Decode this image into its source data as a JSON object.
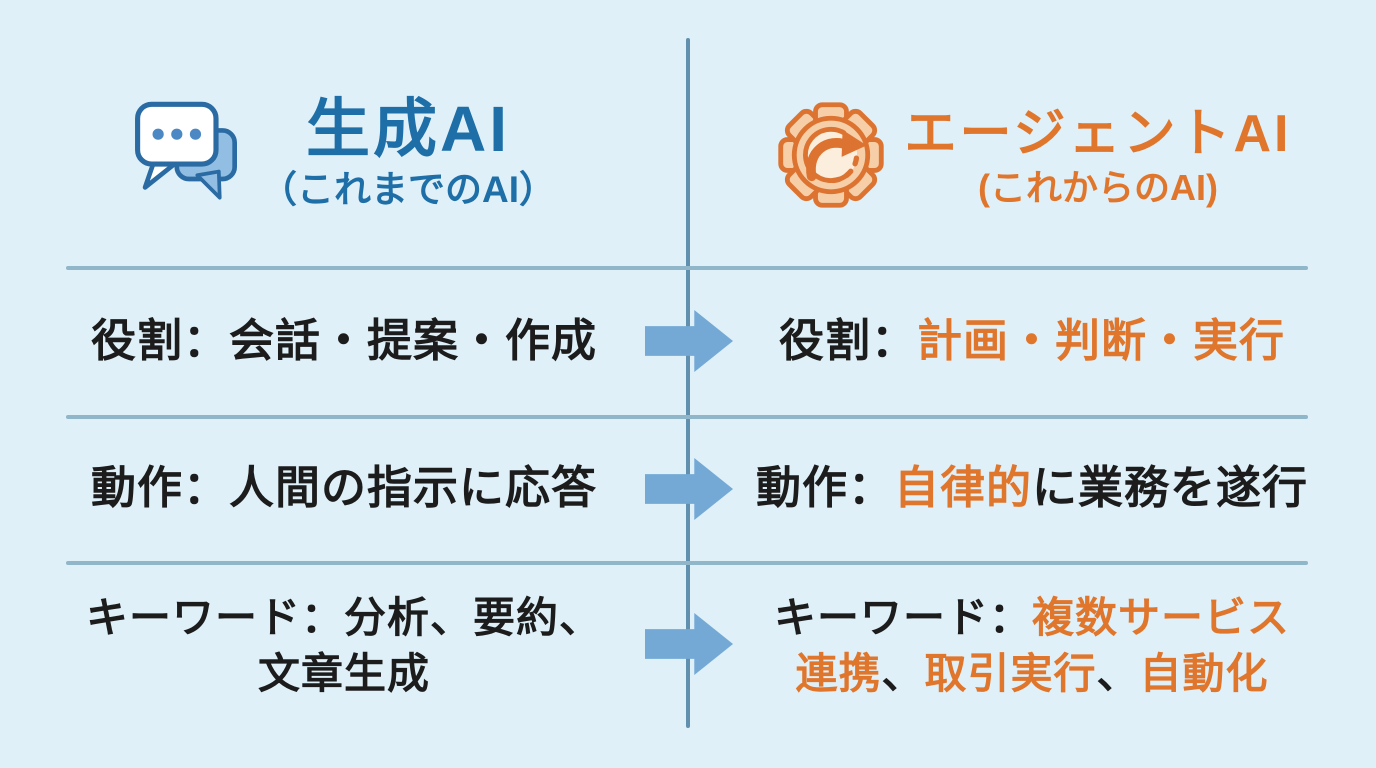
{
  "palette": {
    "background": "#dff0f8",
    "text_dark": "#1c1c1c",
    "accent_orange": "#e0752c",
    "accent_blue": "#1e6fa8",
    "arrow_blue": "#74a9d6",
    "row_line_blue": "#90b6ca",
    "divider_blue": "#6190ae"
  },
  "header": {
    "left": {
      "title": "生成AI",
      "subtitle": "（これまでのAI）",
      "icon": "chat-bubbles-icon"
    },
    "right": {
      "title": "エージェントAI",
      "subtitle": "(これからのAI)",
      "icon": "gear-arrow-icon"
    }
  },
  "rows": [
    {
      "name": "role",
      "left_segments": [
        {
          "text": "役割：会話・提案・作成",
          "color": "dark"
        }
      ],
      "right_segments": [
        {
          "text": "役割：",
          "color": "dark"
        },
        {
          "text": "計画・判断・実行",
          "color": "orange"
        }
      ]
    },
    {
      "name": "behavior",
      "left_segments": [
        {
          "text": "動作：人間の指示に応答",
          "color": "dark"
        }
      ],
      "right_segments": [
        {
          "text": "動作：",
          "color": "dark"
        },
        {
          "text": "自律的",
          "color": "orange"
        },
        {
          "text": "に業務を遂行",
          "color": "dark"
        }
      ]
    },
    {
      "name": "keywords",
      "left_segments": [
        {
          "text": "キーワード：分析、要約、",
          "color": "dark"
        },
        {
          "br": true
        },
        {
          "text": "文章生成",
          "color": "dark"
        }
      ],
      "right_segments": [
        {
          "text": "キーワード：",
          "color": "dark"
        },
        {
          "text": "複数サービス",
          "color": "orange"
        },
        {
          "br": true
        },
        {
          "text": "連携",
          "color": "orange"
        },
        {
          "text": "、",
          "color": "dark"
        },
        {
          "text": "取引実行",
          "color": "orange"
        },
        {
          "text": "、",
          "color": "dark"
        },
        {
          "text": "自動化",
          "color": "orange"
        }
      ]
    }
  ]
}
